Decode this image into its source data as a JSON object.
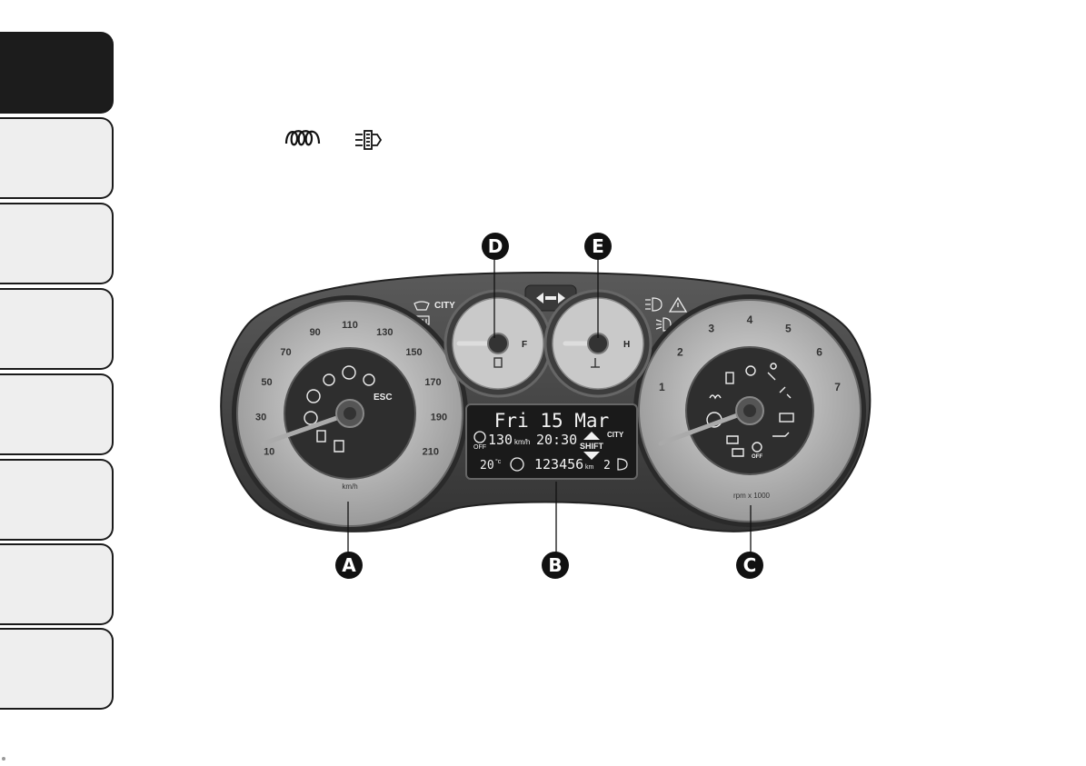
{
  "sidebar": {
    "tab_count": 8,
    "active_index": 0
  },
  "header_icons": [
    "glow-plug-icon",
    "dpf-filter-icon"
  ],
  "callouts": {
    "A": "A",
    "B": "B",
    "C": "C",
    "D": "D",
    "E": "E"
  },
  "display": {
    "date": "Fri 15 Mar",
    "speed": "130",
    "speed_unit": "km/h",
    "time": "20:30",
    "shift": "SHIFT",
    "city": "CITY",
    "temp": "20",
    "temp_unit": "°c",
    "odometer": "123456",
    "odo_unit": "km",
    "off": "OFF",
    "gear_code": "2"
  },
  "speedometer": {
    "ticks": [
      "10",
      "30",
      "50",
      "70",
      "90",
      "110",
      "130",
      "150",
      "170",
      "190",
      "210"
    ],
    "unit": "km/h",
    "esc": "ESC"
  },
  "tachometer": {
    "ticks": [
      "1",
      "2",
      "3",
      "4",
      "5",
      "6",
      "7"
    ],
    "unit": "rpm x 1000",
    "off": "OFF"
  },
  "fuel_gauge": {
    "full": "F"
  },
  "temp_gauge": {
    "hot": "H"
  },
  "top_panel": {
    "city": "CITY"
  },
  "colors": {
    "dark": "#1c1c1c",
    "cluster_body": "#4a4a4a",
    "dial_face": "#b5b5b5",
    "inner_dial": "#2e2e2e",
    "lcd_bg": "#1a1a1a",
    "lcd_text": "#f2f2f2"
  }
}
